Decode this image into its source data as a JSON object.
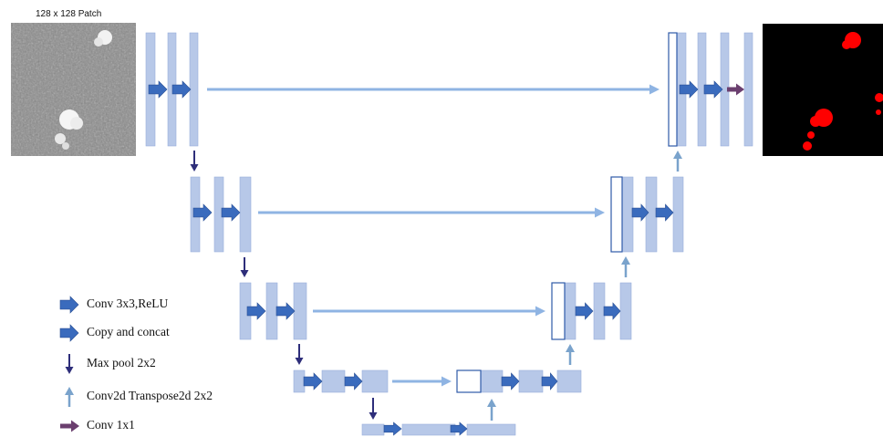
{
  "input_patch_label": "128 x 128 Patch",
  "legend": [
    {
      "key": "conv",
      "label": "Conv 3x3,ReLU",
      "icon": "block-arrow-right-icon"
    },
    {
      "key": "copy",
      "label": "Copy and concat",
      "icon": "block-arrow-right-icon"
    },
    {
      "key": "pool",
      "label": "Max pool 2x2",
      "icon": "arrow-down-icon"
    },
    {
      "key": "up",
      "label": "Conv2d Transpose2d 2x2",
      "icon": "arrow-up-icon"
    },
    {
      "key": "final",
      "label": "Conv 1x1",
      "icon": "arrow-right-icon"
    }
  ],
  "colors": {
    "feature_map": "#b7c8e8",
    "feature_map_border": "#98b0dc",
    "conv_arrow": "#3a6bbd",
    "skip_arrow": "#8fb4e3",
    "pool_arrow": "#2e2e7a",
    "up_arrow": "#7aa3cc",
    "final_arrow": "#6b3f6f",
    "mask_background": "#000000",
    "mask_foreground": "#ff0000"
  }
}
